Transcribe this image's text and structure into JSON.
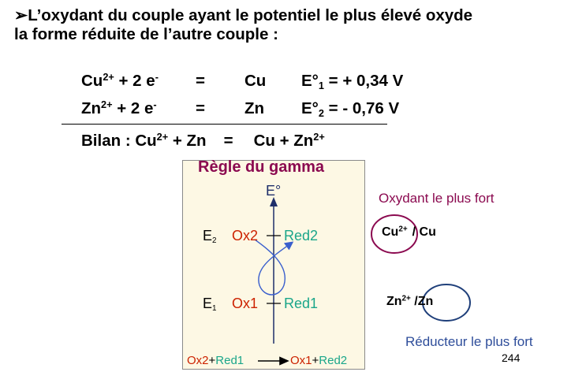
{
  "heading": {
    "bullet": "➢",
    "line1": "L’oxydant du couple ayant le potentiel le plus élevé oxyde",
    "line2": "la forme réduite de l’autre couple :"
  },
  "equations": [
    {
      "ion": "Cu",
      "charge": "2+",
      "electrons": "+ 2 e",
      "e_sign": "-",
      "equals": "=",
      "product": "Cu",
      "e_label": "E°",
      "e_index": "1",
      "e_value": "= + 0,34 V"
    },
    {
      "ion": "Zn",
      "charge": "2+",
      "electrons": "+ 2 e",
      "e_sign": "-",
      "equals": "=",
      "product": "Zn",
      "e_label": "E°",
      "e_index": "2",
      "e_value": "= - 0,76 V"
    }
  ],
  "bilan": {
    "prefix": "Bilan : Cu",
    "charge1": "2+",
    "plus_zn": "+  Zn",
    "equals": "=",
    "rhs": "Cu + Zn",
    "charge2": "2+"
  },
  "gamma": {
    "title": "Règle du gamma",
    "axis_label": "E°",
    "upper_level": "E°2",
    "upper_level_letter": "E",
    "upper_level_index": "2",
    "lower_level_letter": "E",
    "lower_level_index": "1",
    "upper_ox": "Ox2",
    "upper_red": "Red2",
    "lower_ox": "Ox1",
    "lower_red": "Red1",
    "reaction": {
      "ox2": "Ox2",
      "plus1": "+",
      "red1": "Red1",
      "ox1": "Ox1",
      "plus2": "+",
      "red2": "Red2"
    }
  },
  "oxidant_note": {
    "label": "Oxydant le plus fort",
    "couple_ion": "Cu",
    "couple_charge": "2+",
    "couple_rest": "/ Cu"
  },
  "reducer_note": {
    "label": "Réducteur le plus fort",
    "couple_ion": "Zn",
    "couple_charge": "2+",
    "couple_slash": "/",
    "couple_red": "Zn"
  },
  "page_number": "244",
  "colors": {
    "title_purple": "#8b0a50",
    "ox_red": "#cc2200",
    "red_teal": "#1aa68a",
    "arrow_blue": "#3a5fcd",
    "circle_purple": "#8b0a50",
    "circle_blue": "#1f3f7a",
    "reducer_blue": "#2e4d9a"
  }
}
